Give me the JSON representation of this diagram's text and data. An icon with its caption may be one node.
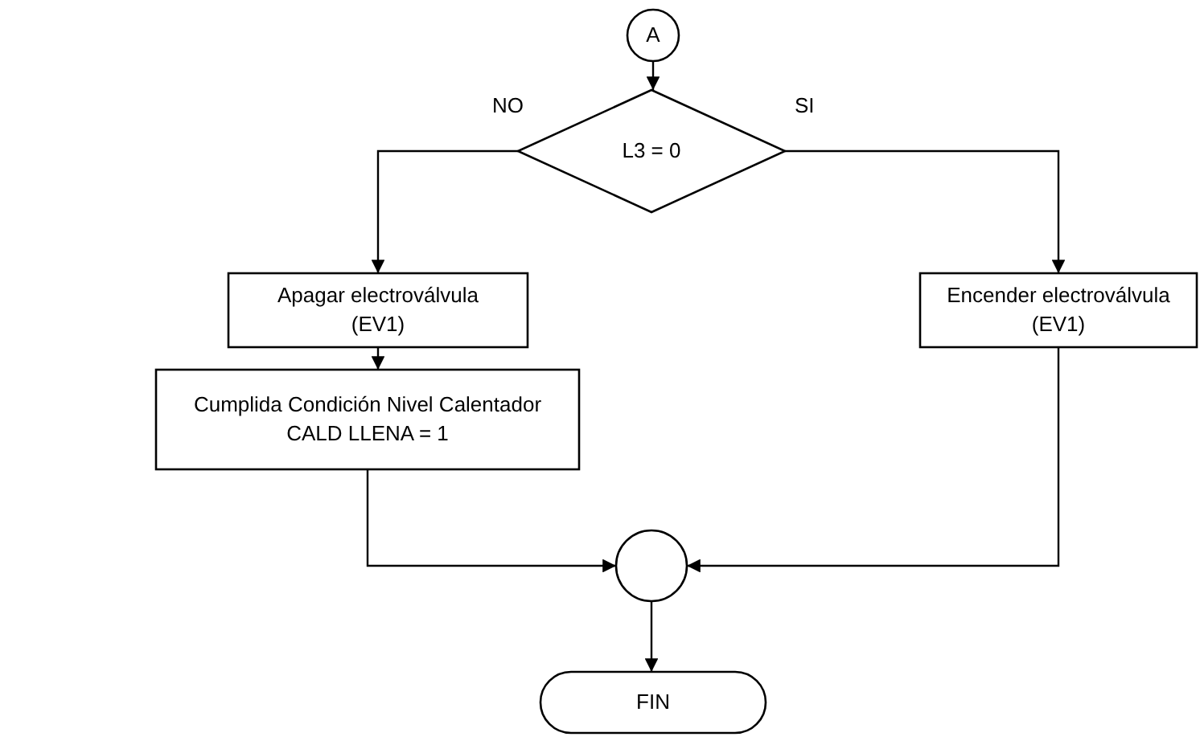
{
  "diagram": {
    "nodes": [
      {
        "text": [
          "A"
        ]
      },
      {
        "text": [
          "L3 = 0"
        ]
      },
      {
        "text": [
          "Apagar electroválvula (EV1)"
        ]
      },
      {
        "text": [
          "Encender electroválvula (EV1)"
        ]
      },
      {
        "text": [
          "Cumplida Condición Nivel Calentador CALD LLENA = 1"
        ]
      },
      {
        "text": [],
        "shape": "circle"
      },
      {
        "text": [
          "FIN"
        ]
      }
    ],
    "edges": [
      {
        "from": 0,
        "to": 1,
        "arrow": "to"
      },
      {
        "from": 1,
        "to": 2,
        "arrow": "to",
        "label": "NO"
      },
      {
        "from": 1,
        "to": 3,
        "arrow": "to",
        "label": "SI"
      },
      {
        "from": 2,
        "to": 4,
        "arrow": "to"
      },
      {
        "from": 4,
        "to": 5,
        "arrow": "to"
      },
      {
        "from": 3,
        "to": 5,
        "arrow": "to"
      },
      {
        "from": 5,
        "to": 6,
        "arrow": "to"
      }
    ]
  }
}
